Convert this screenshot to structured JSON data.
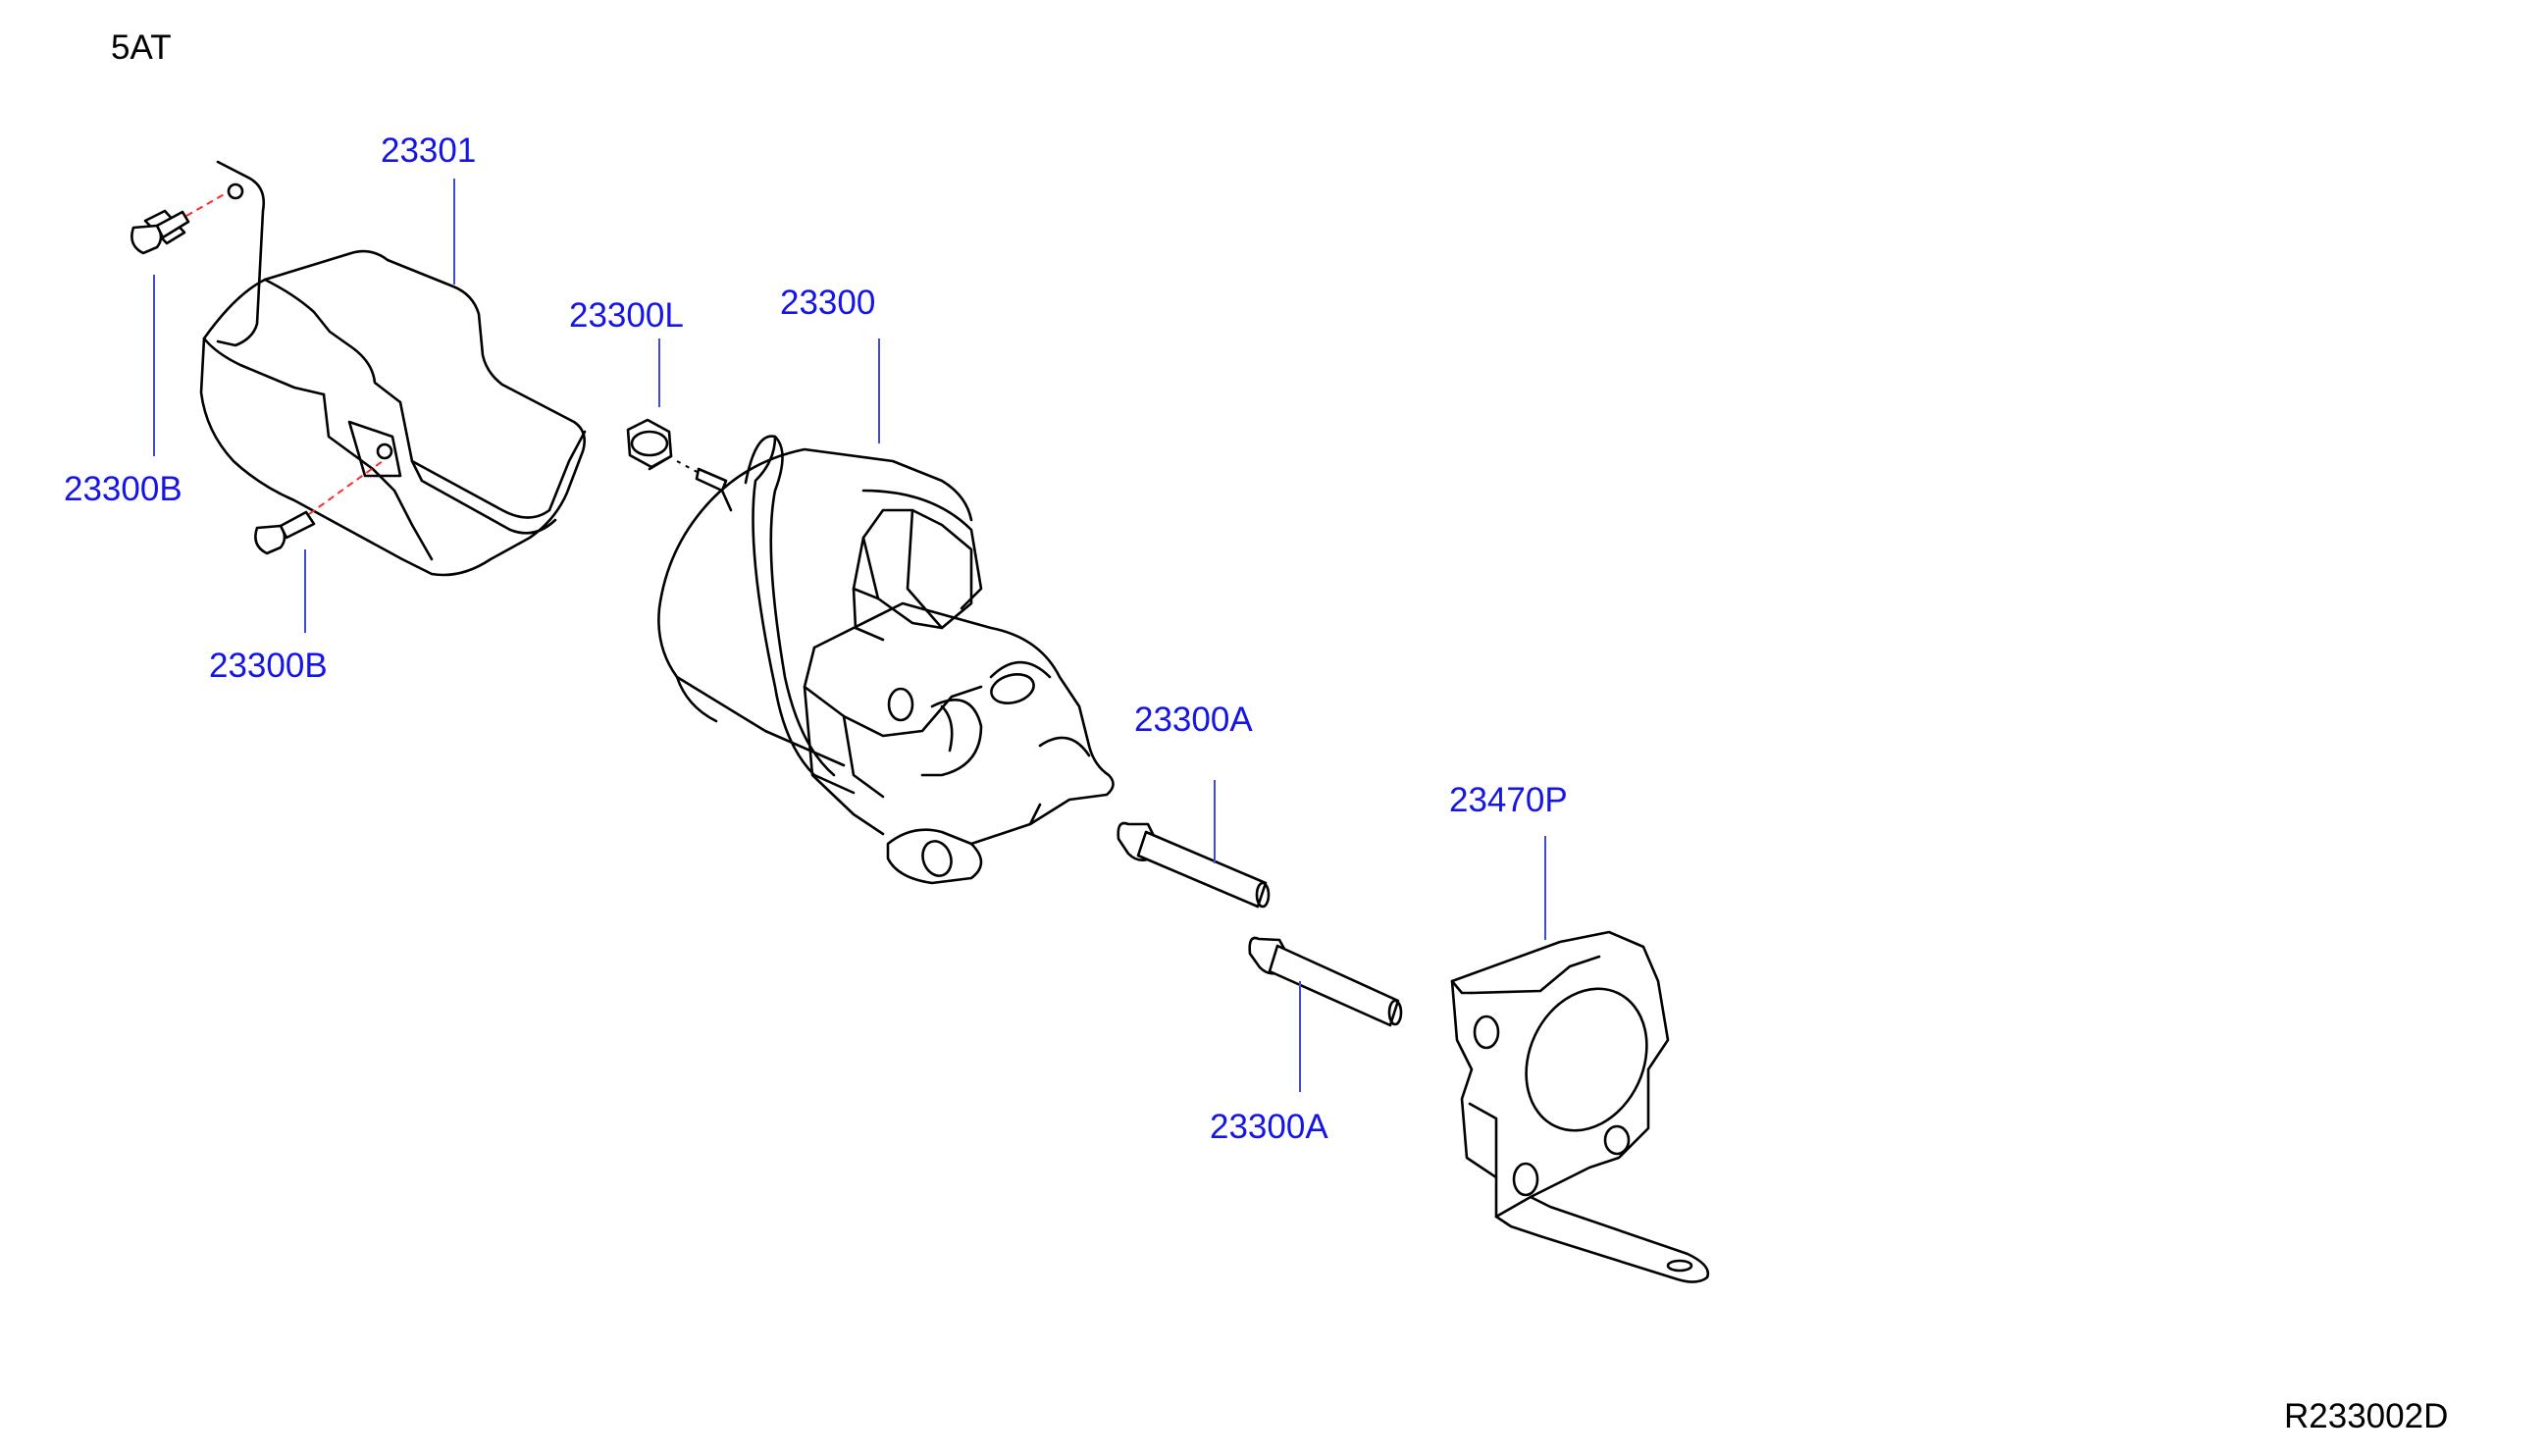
{
  "diagram": {
    "variant_label": "5AT",
    "reference_code": "R233002D",
    "parts": [
      {
        "part_no": "23301",
        "component": "starter-heat-shield"
      },
      {
        "part_no": "23300B",
        "component": "shield-bolt-upper"
      },
      {
        "part_no": "23300B",
        "component": "shield-bolt-lower"
      },
      {
        "part_no": "23300L",
        "component": "nut"
      },
      {
        "part_no": "23300",
        "component": "starter-motor"
      },
      {
        "part_no": "23300A",
        "component": "mounting-bolt-upper"
      },
      {
        "part_no": "23300A",
        "component": "mounting-bolt-lower"
      },
      {
        "part_no": "23470P",
        "component": "starter-bracket"
      }
    ],
    "colors": {
      "part_label": "#1515e6",
      "leader_line": "#3d4bd6",
      "alignment_dash": "#ff2a2a",
      "linework": "#000000"
    }
  }
}
